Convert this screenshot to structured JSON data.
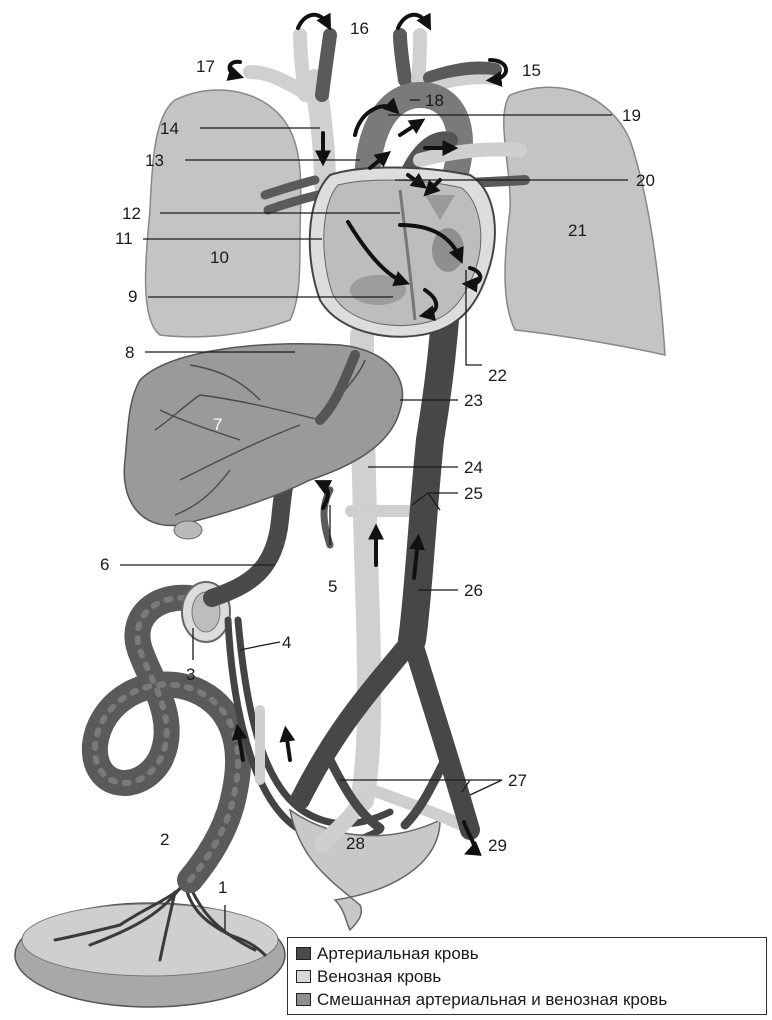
{
  "colors": {
    "arterial": "#4a4a4a",
    "venous": "#d6d6d6",
    "mixed": "#8e8e8e"
  },
  "numbers": [
    "1",
    "2",
    "3",
    "4",
    "5",
    "6",
    "7",
    "8",
    "9",
    "10",
    "11",
    "12",
    "13",
    "14",
    "15",
    "16",
    "17",
    "18",
    "19",
    "20",
    "21",
    "22",
    "23",
    "24",
    "25",
    "26",
    "27",
    "28",
    "29"
  ],
  "legend": {
    "arterial": "Артериальная кровь",
    "venous": "Венозная кровь",
    "mixed": "Смешанная артериальная и венозная кровь"
  }
}
